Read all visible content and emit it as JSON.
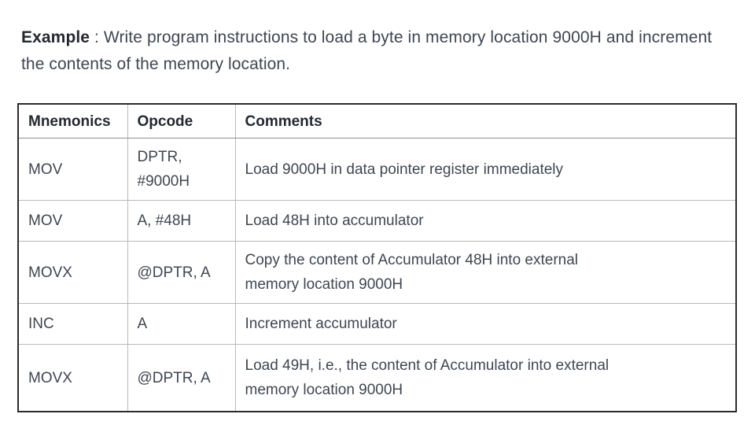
{
  "heading": {
    "lead": "Example",
    "separator": " : ",
    "text": "Write program instructions to load a byte in memory location 9000H and increment the contents of the memory location."
  },
  "table": {
    "columns": [
      "Mnemonics",
      "Opcode",
      "Comments"
    ],
    "rows": [
      {
        "mnemonic": "MOV",
        "opcode_line1": "DPTR,",
        "opcode_line2": "#9000H",
        "comment_line1": "Load 9000H in data pointer register immediately",
        "comment_line2": ""
      },
      {
        "mnemonic": "MOV",
        "opcode_line1": "A, #48H",
        "opcode_line2": "",
        "comment_line1": "Load 48H into accumulator",
        "comment_line2": ""
      },
      {
        "mnemonic": "MOVX",
        "opcode_line1": "@DPTR, A",
        "opcode_line2": "",
        "comment_line1": "Copy the content of Accumulator 48H into external",
        "comment_line2": "memory location 9000H"
      },
      {
        "mnemonic": "INC",
        "opcode_line1": "A",
        "opcode_line2": "",
        "comment_line1": "Increment accumulator",
        "comment_line2": ""
      },
      {
        "mnemonic": "MOVX",
        "opcode_line1": "@DPTR, A",
        "opcode_line2": "",
        "comment_line1": "Load 49H, i.e., the content of Accumulator into external",
        "comment_line2": "memory location 9000H"
      }
    ]
  },
  "colors": {
    "text": "#3f4651",
    "heading": "#24282f",
    "outer_border": "#2b2b2b",
    "inner_border": "#b9b9b9",
    "background": "#ffffff"
  }
}
